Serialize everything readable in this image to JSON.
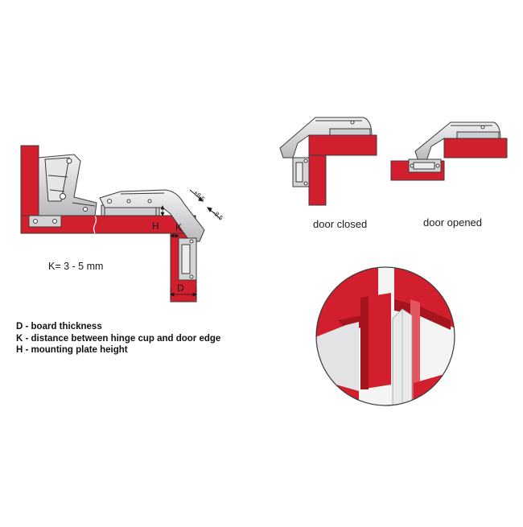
{
  "dimensions": {
    "h": "H",
    "k": "K",
    "d": "D",
    "angle_plus": "+8.5",
    "angle_minus": "-8.5"
  },
  "formula": "K= 3 - 5 mm",
  "captions": {
    "closed": "door closed",
    "opened": "door opened"
  },
  "legend": [
    "D - board thickness",
    "K - distance between hinge cup and door edge",
    "H - mounting plate height"
  ],
  "colors": {
    "board": "#d11f2e",
    "board_dark": "#a5141f",
    "hinge": "#d4d4d6",
    "outline": "#3a3a3a"
  }
}
